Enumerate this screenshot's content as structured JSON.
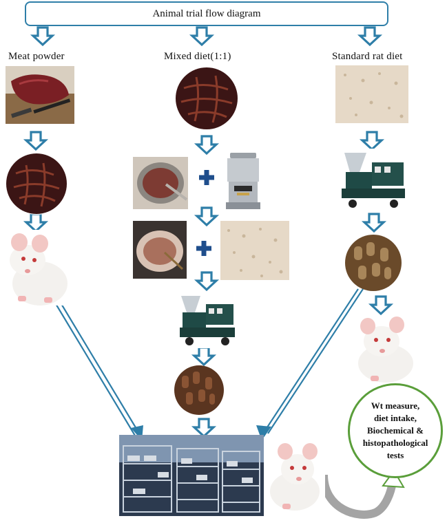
{
  "title": "Animal trial flow diagram",
  "columns": {
    "left": "Meat powder",
    "middle": "Mixed diet(1:1)",
    "right": "Standard rat diet"
  },
  "summary": {
    "line1": "Wt measure,",
    "line2": "diet intake,",
    "line3": "Biochemical &",
    "line4": "histopathological",
    "line5": "tests"
  },
  "icons": {
    "arrow": "down-arrow-icon",
    "plus": "plus-icon"
  },
  "colors": {
    "arrow_outline": "#2e7ea8",
    "plus": "#1f4e8c",
    "summary_border": "#5a9e3a",
    "title_border": "#2e7ea8"
  }
}
